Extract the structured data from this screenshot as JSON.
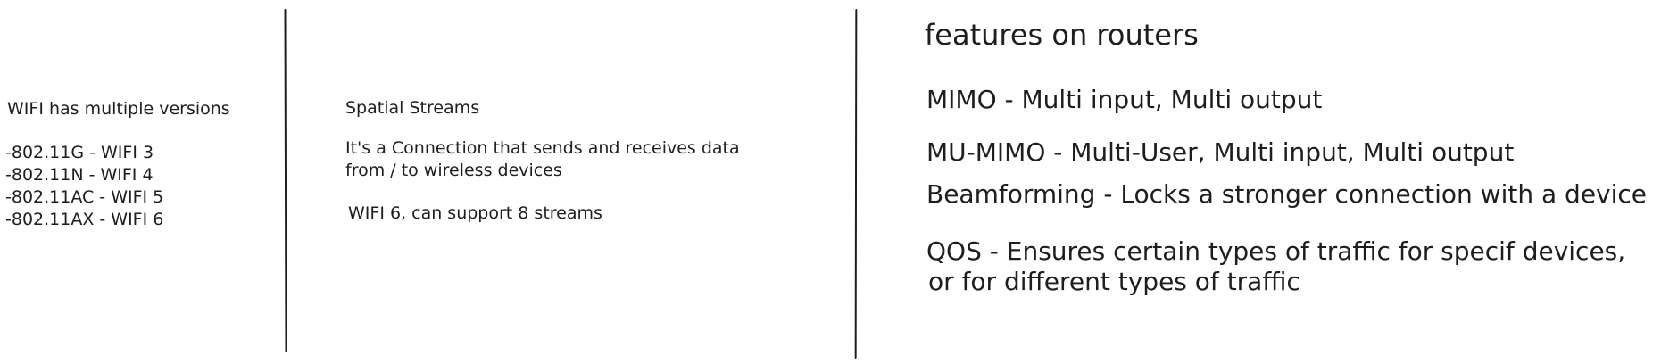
{
  "column_versions": {
    "heading": "WIFI has multiple versions",
    "items": [
      "-802.11G - WIFI 3",
      "-802.11N - WIFI 4",
      "-802.11AC - WIFI 5",
      "-802.11AX - WIFI 6"
    ]
  },
  "column_streams": {
    "title": "Spatial Streams",
    "description_line_1": "It's a Connection that sends and receives data",
    "description_line_2": "from / to wireless devices",
    "note": "WIFI 6, can support 8 streams"
  },
  "column_features": {
    "title": "features on routers",
    "items": [
      "MIMO - Multi input, Multi output",
      "MU-MIMO - Multi-User, Multi input, Multi output",
      "Beamforming - Locks a stronger connection with a device",
      "QOS - Ensures certain types of traffic for specif devices,",
      "or for different types of traffic"
    ]
  },
  "colors": {
    "ink": "#1e1e1e",
    "background": "#ffffff"
  }
}
